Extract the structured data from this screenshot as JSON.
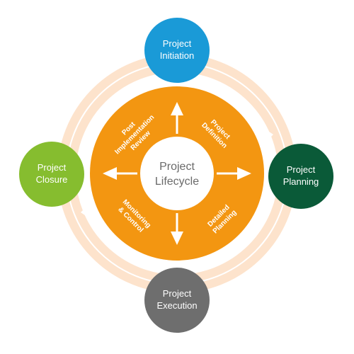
{
  "center": {
    "line1": "Project",
    "line2": "Lifecycle"
  },
  "phases": [
    {
      "id": "initiation",
      "line1": "Project",
      "line2": "Initiation",
      "color": "#1a9ad7"
    },
    {
      "id": "planning",
      "line1": "Project",
      "line2": "Planning",
      "color": "#0a5a38"
    },
    {
      "id": "execution",
      "line1": "Project",
      "line2": "Execution",
      "color": "#6e6e6e"
    },
    {
      "id": "closure",
      "line1": "Project",
      "line2": "Closure",
      "color": "#86bd2f"
    }
  ],
  "steps": [
    {
      "id": "project-definition",
      "lines": [
        "Project",
        "Definition"
      ]
    },
    {
      "id": "detailed-planning",
      "lines": [
        "Detailed",
        "Planning"
      ]
    },
    {
      "id": "monitoring-control",
      "lines": [
        "Monitoring",
        "& Control"
      ]
    },
    {
      "id": "post-implementation-review",
      "lines": [
        "Post",
        "Implementation",
        "Review"
      ]
    }
  ],
  "colors": {
    "ring": "#f39611",
    "outer_band": "#fde3cc",
    "cycle_line": "#ffffff",
    "text_on_color": "#ffffff",
    "center_text": "#6a6a6a"
  }
}
